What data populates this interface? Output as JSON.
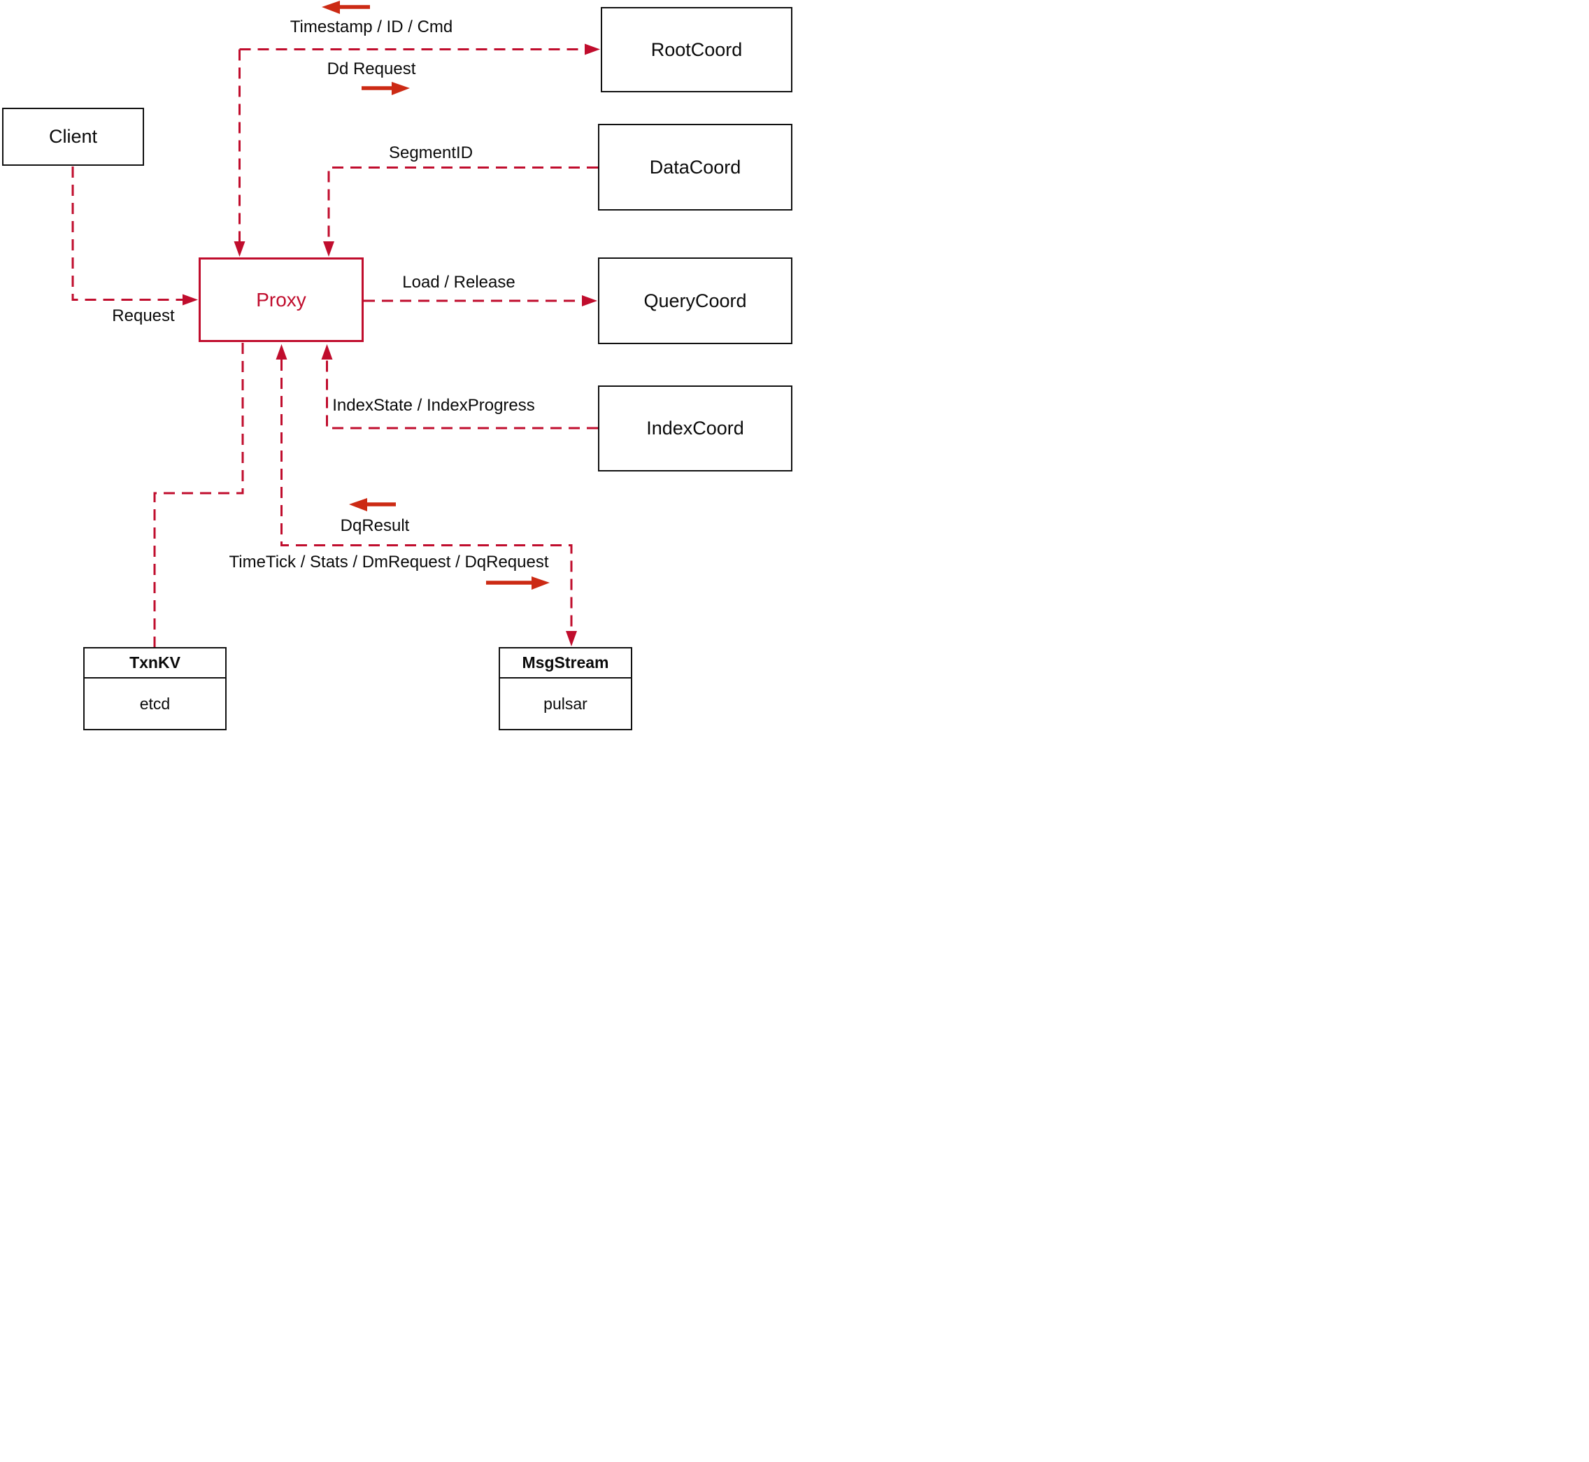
{
  "diagram": {
    "nodes": {
      "client": {
        "label": "Client"
      },
      "proxy": {
        "label": "Proxy"
      },
      "root_coord": {
        "label": "RootCoord"
      },
      "data_coord": {
        "label": "DataCoord"
      },
      "query_coord": {
        "label": "QueryCoord"
      },
      "index_coord": {
        "label": "IndexCoord"
      },
      "txn_kv": {
        "title": "TxnKV",
        "impl": "etcd"
      },
      "msg_stream": {
        "title": "MsgStream",
        "impl": "pulsar"
      }
    },
    "edge_labels": {
      "timestamp": "Timestamp / ID / Cmd",
      "dd_request": "Dd Request",
      "segment_id": "SegmentID",
      "load_release": "Load / Release",
      "index_state": "IndexState / IndexProgress",
      "request": "Request",
      "dq_result": "DqResult",
      "time_tick": "TimeTick / Stats / DmRequest / DqRequest"
    },
    "colors": {
      "line": "#c00d2d",
      "solid_arrow": "#cc2a14",
      "box_border": "#111111",
      "text": "#0a0a0a",
      "background": "#ffffff"
    }
  }
}
